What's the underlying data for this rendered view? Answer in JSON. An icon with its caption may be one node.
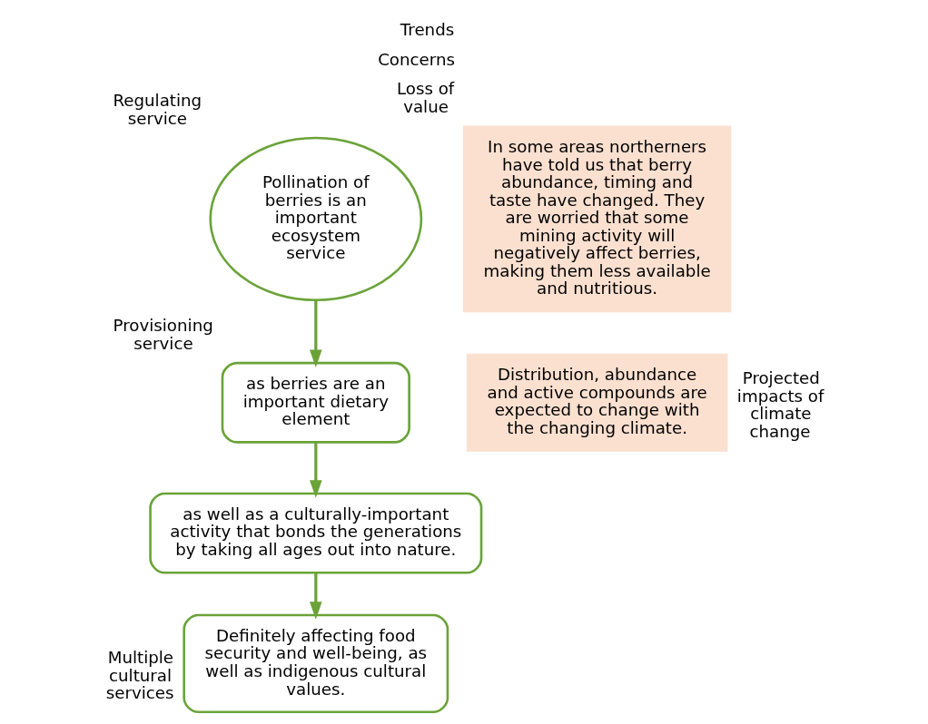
{
  "diagram": {
    "nodes": [
      {
        "text": [
          "Pollination of berries is an important ecosystem service"
        ],
        "beside": [
          "Regulating service"
        ]
      },
      {
        "text": [
          "as berries are an important dietary element"
        ],
        "beside": [
          "Provisioning service"
        ]
      },
      {
        "text": [
          "as well as a culturally-important activity that bonds the generations by taking all ages out into nature."
        ]
      },
      {
        "text": [
          "Definitely affecting food security and well-being, as well as indigenous cultural values."
        ],
        "beside": [
          "Multiple cultural services"
        ]
      },
      {
        "text": [
          "In some areas northerners have told us that berry abundance, timing and taste have changed. They are worried that some mining activity will negatively affect berries, making them less available and nutritious."
        ],
        "beside": [
          "Trends",
          "Concerns",
          "Loss of value"
        ]
      },
      {
        "text": [
          "Distribution, abundance and active compounds are expected to change with the changing climate."
        ],
        "beside": [
          "Projected impacts of climate change"
        ]
      }
    ],
    "edges": [
      {
        "from": 0,
        "to": 1,
        "arrow": "to"
      },
      {
        "from": 1,
        "to": 2,
        "arrow": "to"
      },
      {
        "from": 2,
        "to": 3,
        "arrow": "to"
      }
    ]
  }
}
